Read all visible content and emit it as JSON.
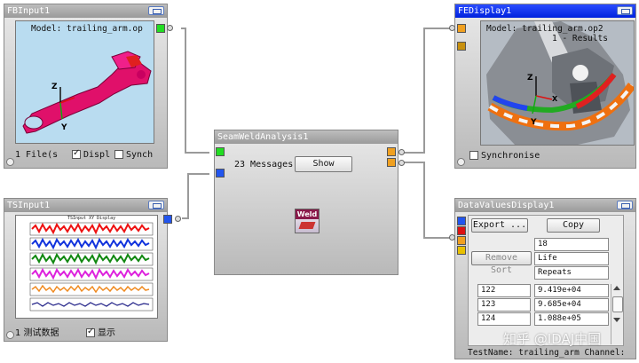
{
  "fb_input": {
    "title": "FBInput1",
    "model_text": "Model:    trailing_arm.op",
    "file_text": "1 File(s",
    "display_label": "Displ",
    "sync_label": "Synch"
  },
  "ts_input": {
    "title": "TSInput1",
    "plot_title": "TSInput XY Display",
    "count_text": "1 测试数据",
    "display_label": "显示"
  },
  "seam": {
    "title": "SeamWeldAnalysis1",
    "messages": "23 Messages",
    "show_label": "Show",
    "weld_icon_label": "Weld"
  },
  "fb_display": {
    "title": "FEDisplay1",
    "model_text": "Model:    trailing_arm.op2",
    "results_text": "1 - Results",
    "sync_label": "Synchronise"
  },
  "dvd": {
    "title": "DataValuesDisplay1",
    "export_label": "Export ...",
    "copy_label": "Copy",
    "remove_sort_label": "Remove Sort",
    "header_cells": [
      "18",
      "Life",
      "Repeats"
    ],
    "rows": [
      {
        "index": "122",
        "value": "9.419e+04"
      },
      {
        "index": "123",
        "value": "9.685e+04"
      },
      {
        "index": "124",
        "value": "1.088e+05"
      }
    ],
    "footer": "TestName: trailing_arm  Channel:"
  },
  "watermark": "知乎 @IDAJ中国",
  "colors": {
    "title_inactive": "#a8a8a8",
    "title_active": "#0a2ee6",
    "port_green": "#22dd22",
    "port_blue": "#2255ee",
    "port_orange": "#f0a020",
    "port_red": "#dd1111",
    "port_yellow": "#e8c000",
    "viewport_bg": "#b9dcf0"
  }
}
